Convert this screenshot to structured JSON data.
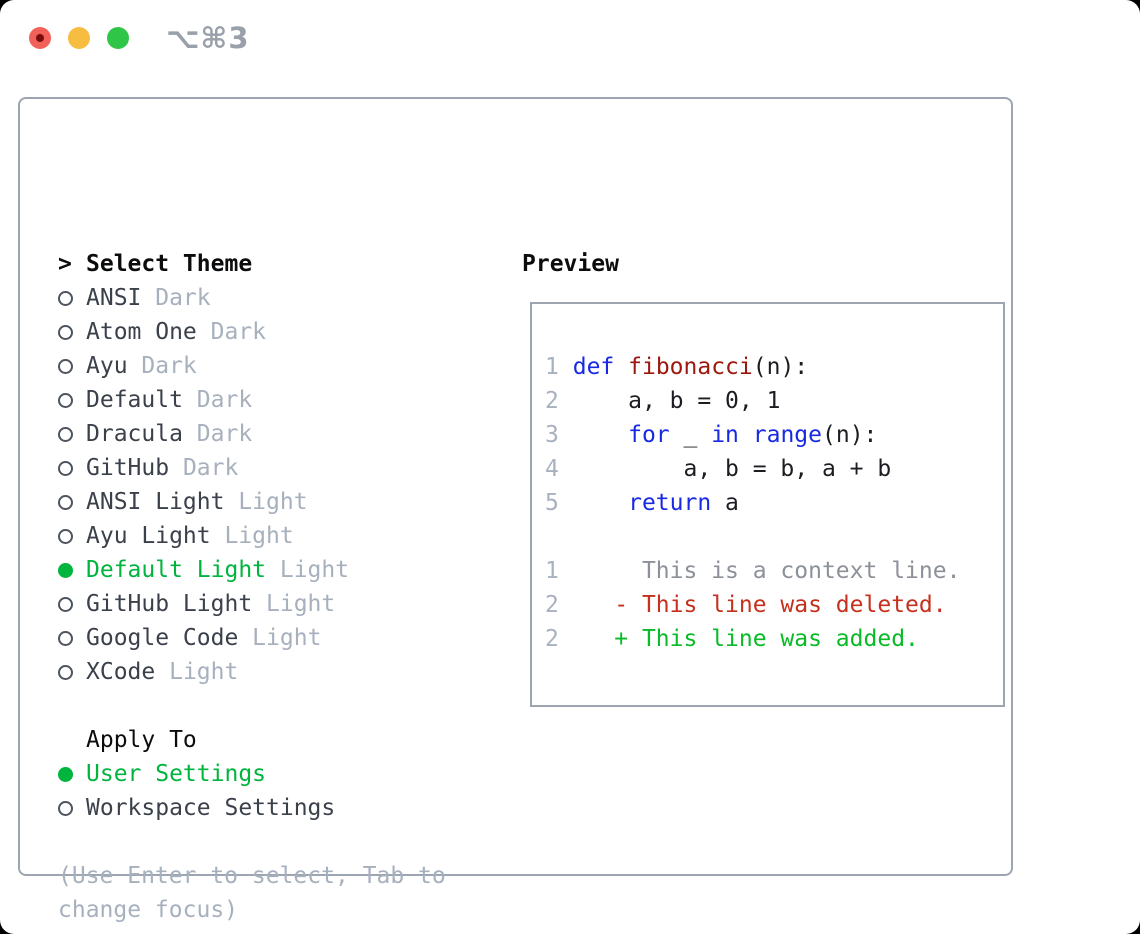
{
  "window": {
    "title": "⌥⌘3"
  },
  "traffic_lights": {
    "close_color": "#f1615a",
    "close_dot_color": "#7a0c0e",
    "minimize_color": "#f6bd41",
    "zoom_color": "#2fc546"
  },
  "colors": {
    "border": "#9da5b1",
    "green": "#00b43e",
    "muted": "#a7b0bd",
    "line_number": "#a8b1bf",
    "keyword": "#1829e3",
    "function": "#9c170e",
    "context": "#8c9199",
    "deleted": "#c5311c",
    "added": "#09bb27"
  },
  "theme_picker": {
    "header_marker": ">",
    "header_label": "Select Theme",
    "themes": [
      {
        "name": "ANSI",
        "variant": "Dark",
        "selected": false
      },
      {
        "name": "Atom One",
        "variant": "Dark",
        "selected": false
      },
      {
        "name": "Ayu",
        "variant": "Dark",
        "selected": false
      },
      {
        "name": "Default",
        "variant": "Dark",
        "selected": false
      },
      {
        "name": "Dracula",
        "variant": "Dark",
        "selected": false
      },
      {
        "name": "GitHub",
        "variant": "Dark",
        "selected": false
      },
      {
        "name": "ANSI Light",
        "variant": "Light",
        "selected": false
      },
      {
        "name": "Ayu Light",
        "variant": "Light",
        "selected": false
      },
      {
        "name": "Default Light",
        "variant": "Light",
        "selected": true
      },
      {
        "name": "GitHub Light",
        "variant": "Light",
        "selected": false
      },
      {
        "name": "Google Code",
        "variant": "Light",
        "selected": false
      },
      {
        "name": "XCode",
        "variant": "Light",
        "selected": false
      }
    ],
    "apply_label": "Apply To",
    "apply_options": [
      {
        "label": "User Settings",
        "selected": true
      },
      {
        "label": "Workspace Settings",
        "selected": false
      }
    ],
    "hint_line1": "(Use Enter to select, Tab to",
    "hint_line2": "change focus)"
  },
  "preview": {
    "title": "Preview",
    "lines": [
      {
        "tokens": [
          [
            "ln",
            "1"
          ],
          [
            "plain",
            " "
          ],
          [
            "kw",
            "def"
          ],
          [
            "plain",
            " "
          ],
          [
            "fn",
            "fibonacci"
          ],
          [
            "plain",
            "(n):"
          ]
        ]
      },
      {
        "tokens": [
          [
            "ln",
            "2"
          ],
          [
            "plain",
            "     a, b = 0, 1"
          ]
        ]
      },
      {
        "tokens": [
          [
            "ln",
            "3"
          ],
          [
            "plain",
            "     "
          ],
          [
            "kw",
            "for"
          ],
          [
            "plain",
            " _ "
          ],
          [
            "kw",
            "in"
          ],
          [
            "plain",
            " "
          ],
          [
            "kw",
            "range"
          ],
          [
            "plain",
            "(n):"
          ]
        ]
      },
      {
        "tokens": [
          [
            "ln",
            "4"
          ],
          [
            "plain",
            "         a, b = b, a + b"
          ]
        ]
      },
      {
        "tokens": [
          [
            "ln",
            "5"
          ],
          [
            "plain",
            "     "
          ],
          [
            "kw",
            "return"
          ],
          [
            "plain",
            " a"
          ]
        ]
      },
      {
        "tokens": []
      },
      {
        "tokens": [
          [
            "ln",
            "1"
          ],
          [
            "ctx",
            "      This is a context line."
          ]
        ]
      },
      {
        "tokens": [
          [
            "ln",
            "2"
          ],
          [
            "del",
            "    - This line was deleted."
          ]
        ]
      },
      {
        "tokens": [
          [
            "ln",
            "2"
          ],
          [
            "add",
            "    + This line was added."
          ]
        ]
      }
    ]
  }
}
